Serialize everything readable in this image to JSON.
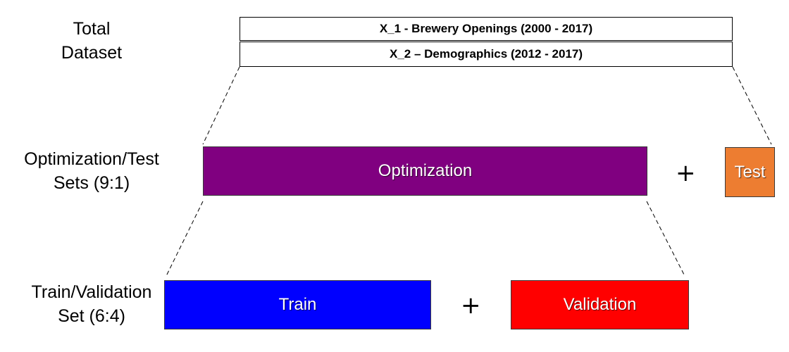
{
  "labels": {
    "total_line1": "Total",
    "total_line2": "Dataset",
    "opt_line1": "Optimization/Test",
    "opt_line2": "Sets (9:1)",
    "train_line1": "Train/Validation",
    "train_line2": "Set (6:4)"
  },
  "dataset": {
    "x1": "X_1 - Brewery Openings (2000 - 2017)",
    "x2": "X_2 – Demographics (2012 - 2017)"
  },
  "blocks": {
    "optimization": "Optimization",
    "test": "Test",
    "train": "Train",
    "validation": "Validation"
  },
  "plus": "+",
  "colors": {
    "optimization": "#800080",
    "test": "#ED7D31",
    "train": "#0000FF",
    "validation": "#FF0000"
  }
}
